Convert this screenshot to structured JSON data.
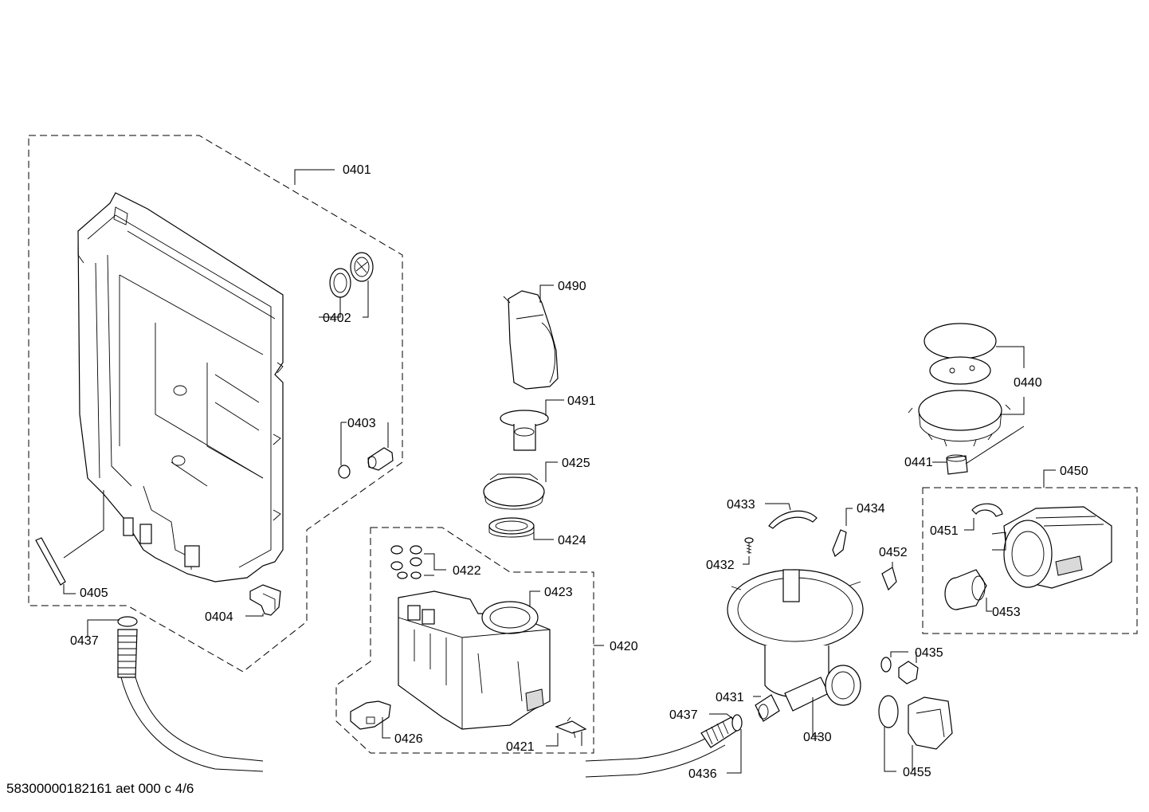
{
  "diagram": {
    "callouts": {
      "c0401": "0401",
      "c0402": "0402",
      "c0403": "0403",
      "c0404": "0404",
      "c0405": "0405",
      "c0437a": "0437",
      "c0490": "0490",
      "c0491": "0491",
      "c0425": "0425",
      "c0424": "0424",
      "c0422": "0422",
      "c0423": "0423",
      "c0420": "0420",
      "c0426": "0426",
      "c0421": "0421",
      "c0433": "0433",
      "c0434": "0434",
      "c0432": "0432",
      "c0452": "0452",
      "c0431": "0431",
      "c0430": "0430",
      "c0437b": "0437",
      "c0436": "0436",
      "c0435": "0435",
      "c0455": "0455",
      "c0440": "0440",
      "c0441": "0441",
      "c0450": "0450",
      "c0451": "0451",
      "c0453": "0453"
    },
    "footer": "58300000182161 aet 000 c 4/6"
  }
}
